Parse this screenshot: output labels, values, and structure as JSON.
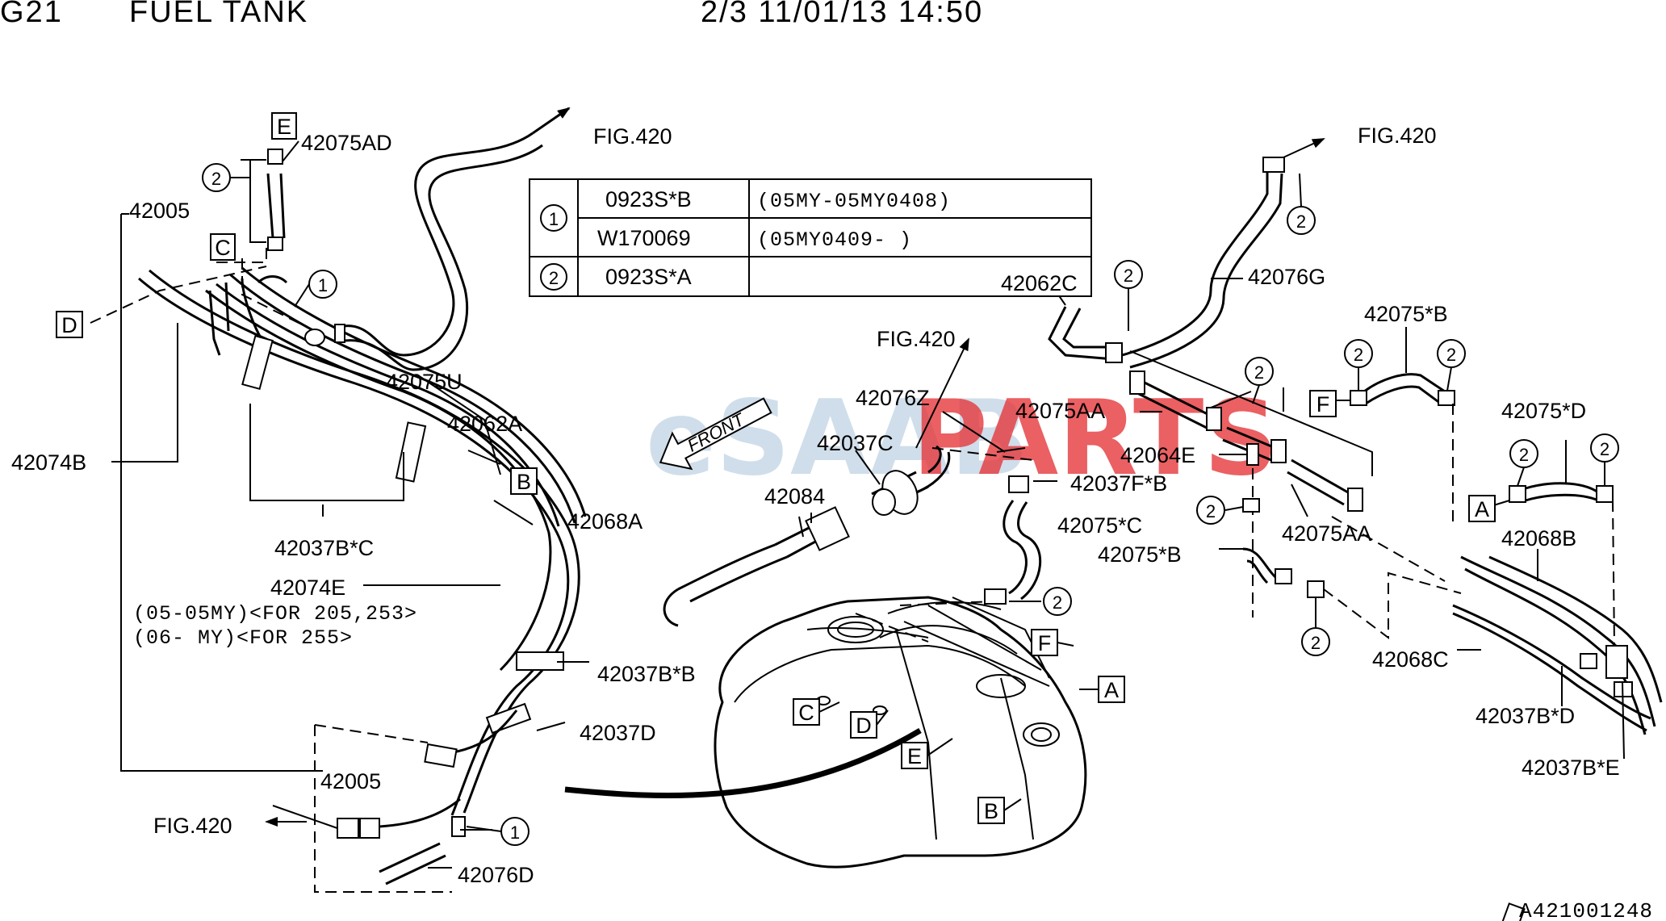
{
  "header": {
    "group": "G21",
    "title": "FUEL TANK",
    "page_stamp": "2/3 11/01/13 14:50"
  },
  "watermark": {
    "part1": "eSAAB",
    "part2": "PARTS",
    "colors": {
      "light": "#bfd3e4",
      "red": "#e5393d"
    }
  },
  "legend_table": {
    "rows": [
      {
        "key": "1",
        "part": "0923S*B",
        "range": "(05MY-05MY0408)"
      },
      {
        "key": "",
        "part": "W170069",
        "range": "(05MY0409-     )"
      },
      {
        "key": "2",
        "part": "0923S*A",
        "range": ""
      }
    ]
  },
  "direction": {
    "front": "FRONT"
  },
  "notes": {
    "line1": "(05-05MY)<FOR 205,253>",
    "line2": "(06-  MY)<FOR 255>"
  },
  "refs": {
    "fig420": "FIG.420",
    "A": "A",
    "B": "B",
    "C": "C",
    "D": "D",
    "E": "E",
    "F": "F"
  },
  "circles": {
    "one": "1",
    "two": "2"
  },
  "labels": {
    "p42075AD": "42075AD",
    "p42005": "42005",
    "p42074B": "42074B",
    "p42075U": "42075U",
    "p42062A": "42062A",
    "p42037BC": "42037B*C",
    "p42068A": "42068A",
    "p42074E": "42074E",
    "p42037BB": "42037B*B",
    "p42037D": "42037D",
    "p42076D": "42076D",
    "p42062C": "42062C",
    "p42076G": "42076G",
    "p42076Z": "42076Z",
    "p42037C": "42037C",
    "p42084": "42084",
    "p42075AA": "42075AA",
    "p42064E": "42064E",
    "p42037FB": "42037F*B",
    "p42075C": "42075*C",
    "p42075B": "42075*B",
    "p42075D": "42075*D",
    "p42068B": "42068B",
    "p42068C": "42068C",
    "p42037BD": "42037B*D",
    "p42037BE": "42037B*E"
  },
  "footer": {
    "code": "A421001248"
  }
}
